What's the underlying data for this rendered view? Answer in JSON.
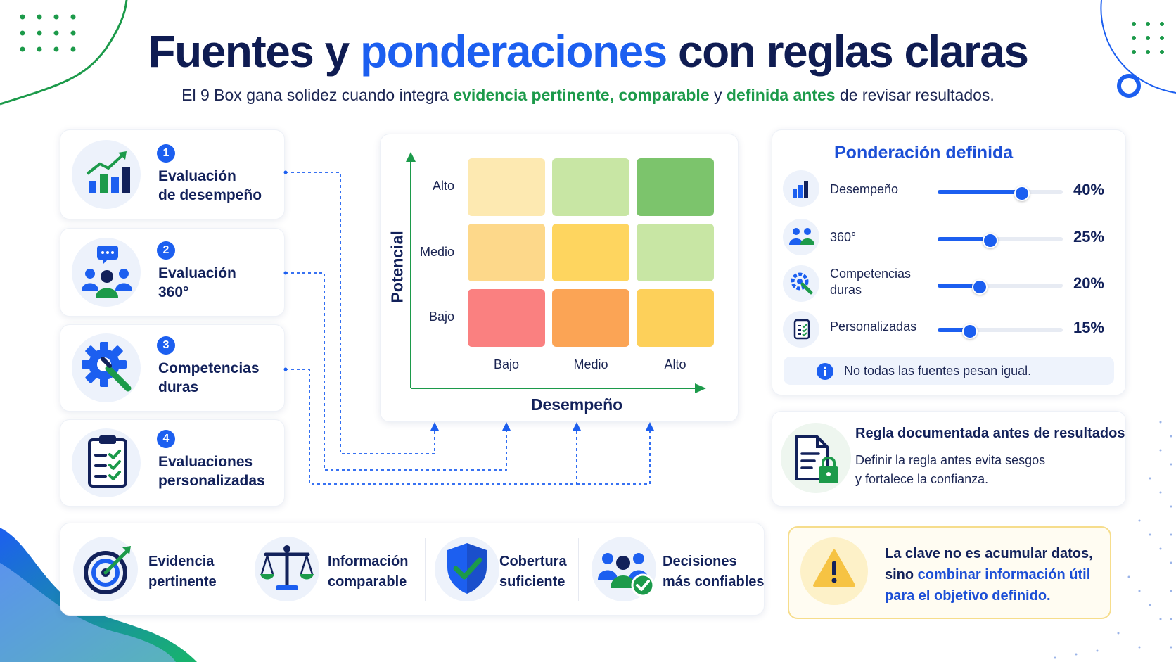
{
  "header": {
    "title_part1": "Fuentes y ",
    "title_accent": "ponderaciones",
    "title_part2": " con reglas claras",
    "sub_part1": "El 9 Box gana solidez cuando integra ",
    "sub_g1": "evidencia pertinente, comparable",
    "sub_part2": " y ",
    "sub_g2": "definida antes",
    "sub_part3": " de revisar resultados."
  },
  "sources": [
    {
      "num": "1",
      "line1": "Evaluación",
      "line2": "de desempeño",
      "icon": "bar-chart-growth-icon"
    },
    {
      "num": "2",
      "line1": "Evaluación",
      "line2": "360°",
      "icon": "team-feedback-icon"
    },
    {
      "num": "3",
      "line1": "Competencias",
      "line2": "duras",
      "icon": "gear-wrench-icon"
    },
    {
      "num": "4",
      "line1": "Evaluaciones",
      "line2": "personalizadas",
      "icon": "checklist-icon"
    }
  ],
  "grid": {
    "y_axis_title": "Potencial",
    "x_axis_title": "Desempeño",
    "y_ticks": [
      "Alto",
      "Medio",
      "Bajo"
    ],
    "x_ticks": [
      "Bajo",
      "Medio",
      "Alto"
    ],
    "cell_colors": [
      [
        "#fde9b1",
        "#c8e6a4",
        "#7cc46c"
      ],
      [
        "#fdd88a",
        "#fed55f",
        "#c8e6a4"
      ],
      [
        "#fa8080",
        "#fba455",
        "#fdd05a"
      ]
    ]
  },
  "weights": {
    "title": "Ponderación definida",
    "items": [
      {
        "label1": "Desempeño",
        "label2": "",
        "value": 40,
        "pct": "40%",
        "icon": "bar-chart-icon"
      },
      {
        "label1": "360°",
        "label2": "",
        "value": 25,
        "pct": "25%",
        "icon": "team-icon"
      },
      {
        "label1": "Competencias",
        "label2": "duras",
        "value": 20,
        "pct": "20%",
        "icon": "gear-wrench-icon"
      },
      {
        "label1": "Personalizadas",
        "label2": "",
        "value": 15,
        "pct": "15%",
        "icon": "checklist-icon"
      }
    ],
    "note": "No todas las fuentes pesan igual."
  },
  "rule": {
    "title": "Regla documentada antes de resultados",
    "line1": "Definir la regla antes evita sesgos",
    "line2": "y fortalece la confianza."
  },
  "features": [
    {
      "line1": "Evidencia",
      "line2": "pertinente",
      "icon": "target-icon"
    },
    {
      "line1": "Información",
      "line2": "comparable",
      "icon": "balance-scale-icon"
    },
    {
      "line1": "Cobertura",
      "line2": "suficiente",
      "icon": "shield-check-icon"
    },
    {
      "line1": "Decisiones",
      "line2": "más confiables",
      "icon": "team-check-icon"
    }
  ],
  "key": {
    "line1": "La clave no es acumular datos,",
    "line2_a": "sino ",
    "line2_b": "combinar información útil",
    "line3": "para el objetivo definido."
  },
  "colors": {
    "accent": "#1c5ff0",
    "navy": "#12215a",
    "green": "#1c9a4a",
    "warning": "#f6c343"
  }
}
